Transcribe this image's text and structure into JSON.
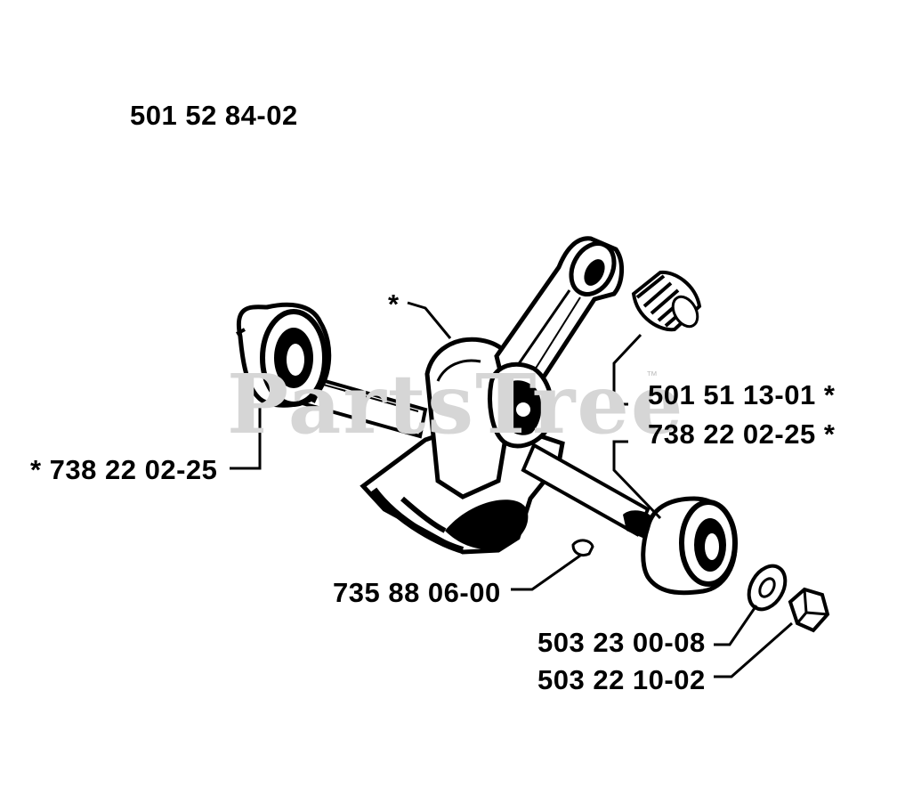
{
  "diagram": {
    "assembly_number": "501 52 84-02",
    "watermark": "PartsTree",
    "watermark_tm": "™",
    "labels": {
      "connecting_rod_marker": "*",
      "left_bearing": "* 738 22 02-25",
      "needle_bearing": "501 51 13-01 *",
      "right_bearing": "738 22 02-25 *",
      "key": "735 88 06-00",
      "washer": "503 23 00-08",
      "nut": "503 22 10-02"
    }
  }
}
